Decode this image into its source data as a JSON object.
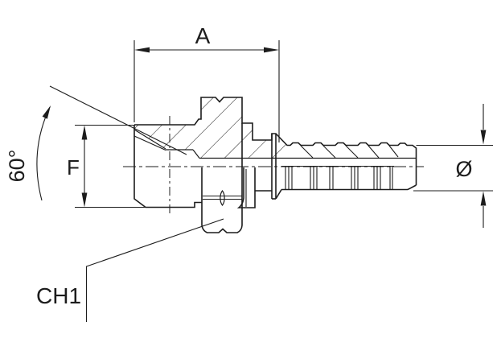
{
  "drawing": {
    "labels": {
      "overall_length": "A",
      "cone_angle": "60°",
      "thread_size": "F",
      "hose_diameter": "Ø",
      "hex_size": "CH1"
    },
    "colors": {
      "line": "#1c1c1c",
      "background": "#ffffff"
    }
  }
}
